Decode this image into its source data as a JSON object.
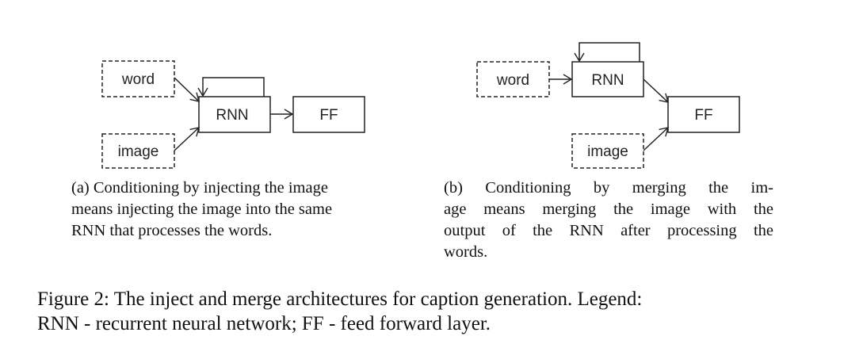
{
  "diagram_a": {
    "nodes": {
      "word": "word",
      "image": "image",
      "rnn": "RNN",
      "ff": "FF"
    }
  },
  "diagram_b": {
    "nodes": {
      "word": "word",
      "image": "image",
      "rnn": "RNN",
      "ff": "FF"
    }
  },
  "subcaption_a": {
    "lines": [
      "(a)  Conditioning by injecting the image",
      "means injecting the image into the same",
      "RNN that processes the words."
    ]
  },
  "subcaption_b": {
    "lines": [
      "(b)  Conditioning by merging the im-",
      "age means merging the image with the",
      "output of the RNN after processing the",
      "words."
    ]
  },
  "figure_caption": {
    "lines": [
      "Figure 2:  The inject and merge architectures for caption generation. Legend:",
      "RNN - recurrent neural network; FF - feed forward layer."
    ]
  }
}
